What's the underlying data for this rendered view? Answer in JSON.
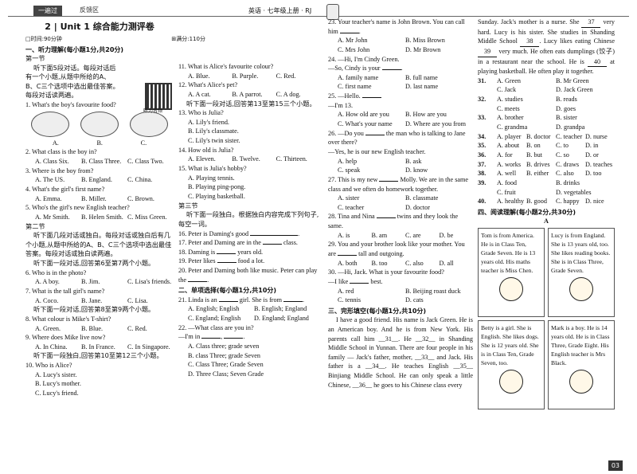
{
  "header": {
    "tag1": "一遍过",
    "tag2": "反馈区",
    "subject": "英语 · 七年级上册 · RJ",
    "page_num": "03"
  },
  "c1": {
    "title": "2 | Unit 1 综合能力测评卷",
    "time": "□时间:90分钟",
    "score": "⊞满分:110分",
    "sec1": "一、听力理解(每小题1分,共20分)",
    "part1": "第一节",
    "p1_instr": "听下面5段对话。每段对话后有一个小题,从题中所给的A、B、C三个选项中选出最佳答案。每段对话读两遍。",
    "qr_label": "听力音频",
    "q1": "1. What's the boy's favourite food?",
    "q1_labels": [
      "A.",
      "B.",
      "C."
    ],
    "q2": "2. What class is the boy in?",
    "q2o": [
      "A. Class Six.",
      "B. Class Three.",
      "C. Class Two."
    ],
    "q3": "3. Where is the boy from?",
    "q3o": [
      "A. The US.",
      "B. England.",
      "C. China."
    ],
    "q4": "4. What's the girl's first name?",
    "q4o": [
      "A. Emma.",
      "B. Miller.",
      "C. Brown."
    ],
    "q5": "5. Who's the girl's new English teacher?",
    "q5o": [
      "A. Mr Smith.",
      "B. Helen Smith.",
      "C. Miss Green."
    ],
    "part2": "第二节",
    "p2_instr": "听下面几段对话或独白。每段对话或独白后有几个小题,从题中所给的A、B、C三个选项中选出最佳答案。每段对话或独白读两遍。",
    "p2_a": "听下面一段对话,回答第6至第7两个小题。",
    "q6": "6. Who is in the photo?",
    "q6o": [
      "A. A boy.",
      "B. Jim.",
      "C. Lisa's friends."
    ],
    "q7": "7. What is the tall girl's name?",
    "q7o": [
      "A. Coco.",
      "B. Jane.",
      "C. Lisa."
    ],
    "p2_b": "听下面一段对话,回答第8至第9两个小题。",
    "q8": "8. What colour is Mike's T-shirt?",
    "q8o": [
      "A. Green.",
      "B. Blue.",
      "C. Red."
    ],
    "q9": "9. Where does Mike live now?",
    "q9o": [
      "A. In China.",
      "B. In France.",
      "C. In Singapore."
    ],
    "p2_c": "听下面一段独白,回答第10至第12三个小题。",
    "q10": "10. Who is Alice?",
    "q10o": [
      "A. Lucy's sister.",
      "B. Lucy's mother.",
      "C. Lucy's friend."
    ]
  },
  "c2": {
    "q11": "11. What is Alice's favourite colour?",
    "q11o": [
      "A. Blue.",
      "B. Purple.",
      "C. Red."
    ],
    "q12": "12. What's Alice's pet?",
    "q12o": [
      "A. A cat.",
      "B. A parrot.",
      "C. A dog."
    ],
    "p2_d": "听下面一段对话,回答第13至第15三个小题。",
    "q13": "13. Who is Julia?",
    "q13o": [
      "A. Lily's friend.",
      "B. Lily's classmate.",
      "C. Lily's twin sister."
    ],
    "q14": "14. How old is Julia?",
    "q14o": [
      "A. Eleven.",
      "B. Twelve.",
      "C. Thirteen."
    ],
    "q15": "15. What is Julia's hobby?",
    "q15o": [
      "A. Playing tennis.",
      "B. Playing ping-pong.",
      "C. Playing basketball."
    ],
    "part3": "第三节",
    "p3_instr": "听下面一段独白。根据独白内容完成下列句子,每空一词。",
    "q16": "16. Peter is Daming's good",
    "q17": "17. Peter and Daming are in the",
    "q17b": "class.",
    "q18": "18. Daming is",
    "q18b": "years old.",
    "q19": "19. Peter likes",
    "q19b": "food a lot.",
    "q20": "20. Peter and Daming both like music. Peter can play the",
    "sec2": "二、单项选择(每小题1分,共10分)",
    "q21": "21. Linda is an",
    "q21b": "girl. She is from",
    "q21o": [
      "A. English; English",
      "B. English; England",
      "C. England; English",
      "D. England; England"
    ],
    "q22": "22. —What class are you in?",
    "q22b": "—I'm in",
    "q22o": [
      "A. Class three; grade seven",
      "B. class Three; grade Seven",
      "C. Class Three; Grade Seven",
      "D. Three Class; Seven Grade"
    ]
  },
  "c3": {
    "q23": "23. Your teacher's name is John Brown. You can call him",
    "q23o": [
      "A. Mr John",
      "B. Miss Brown",
      "C. Mrs John",
      "D. Mr Brown"
    ],
    "q24": "24. —Hi, I'm Cindy Green.",
    "q24b": "—So, Cindy is your",
    "q24o": [
      "A. family name",
      "B. full name",
      "C. first name",
      "D. last name"
    ],
    "q25": "25. —Hello.",
    "q25b": "—I'm 13.",
    "q25o": [
      "A. How old are you",
      "B. How are you",
      "C. What's your name",
      "D. Where are you from"
    ],
    "q26": "26. —Do you",
    "q26b": "the man who is talking to Jane over there?",
    "q26c": "—Yes, he is our new English teacher.",
    "q26o": [
      "A. help",
      "B. ask",
      "C. speak",
      "D. know"
    ],
    "q27": "27. This is my new",
    "q27b": "Molly. We are in the same class and we often do homework together.",
    "q27o": [
      "A. sister",
      "B. classmate",
      "C. teacher",
      "D. doctor"
    ],
    "q28": "28. Tina and Nina",
    "q28b": "twins and they look the same.",
    "q28o": [
      "A. is",
      "B. am",
      "C. are",
      "D. be"
    ],
    "q29": "29. You and your brother look like your mother. You are",
    "q29b": "tall and outgoing.",
    "q29o": [
      "A. both",
      "B. too",
      "C. also",
      "D. all"
    ],
    "q30": "30. —Hi, Jack. What is your favourite food?",
    "q30b": "—I like",
    "q30c": "best.",
    "q30o": [
      "A. red",
      "B. Beijing roast duck",
      "C. tennis",
      "D. cats"
    ],
    "sec3": "三、完形填空(每小题1分,共10分)",
    "passage": "I have a good friend. His name is Jack Green. He is an American boy. And he is from New York. His parents call him __31__. He __32__ in Shanding Middle School in Yunnan. There are four people in his family — Jack's father, mother, __33__ and Jack. His father is a __34__. He teaches English __35__ Binjiang Middle School. He can only speak a little Chinese, __36__ he goes to his Chinese class every",
    "b31": "31",
    "b32": "32",
    "b33": "33",
    "b34": "34",
    "b35": "35",
    "b36": "36"
  },
  "c4": {
    "p_a": "Sunday. Jack's mother is a nurse. She",
    "b37": "37",
    "p_b": "very hard. Lucy is his sister. She studies in Shanding Middle School",
    "b38": "38",
    "p_c": ". Lucy likes eating Chinese",
    "b39": "39",
    "p_d": "very much. He often eats dumplings (饺子) in a restaurant near the school. He is",
    "b40": "40",
    "p_e": "at playing basketball. He often play it together.",
    "ans": [
      [
        "31.",
        "A. Green",
        "B. Mr Green"
      ],
      [
        "",
        "C. Jack",
        "D. Jack Green"
      ],
      [
        "32.",
        "A. studies",
        "B. reads"
      ],
      [
        "",
        "C. meets",
        "D. goes"
      ],
      [
        "33.",
        "A. brother",
        "B. sister"
      ],
      [
        "",
        "C. grandma",
        "D. grandpa"
      ]
    ],
    "ans4": [
      [
        "34.",
        "A. player",
        "B. doctor",
        "C. teacher",
        "D. nurse"
      ],
      [
        "35.",
        "A. about",
        "B. on",
        "C. to",
        "D. in"
      ],
      [
        "36.",
        "A. for",
        "B. but",
        "C. so",
        "D. or"
      ],
      [
        "37.",
        "A. works",
        "B. drives",
        "C. draws",
        "D. teaches"
      ],
      [
        "38.",
        "A. well",
        "B. either",
        "C. also",
        "D. too"
      ]
    ],
    "ans2": [
      [
        "39.",
        "A. food",
        "B. drinks"
      ],
      [
        "",
        "C. fruit",
        "D. vegetables"
      ]
    ],
    "ans40": [
      "40.",
      "A. healthy",
      "B. good",
      "C. happy",
      "D. nice"
    ],
    "sec4": "四、阅读理解(每小题2分,共30分)",
    "sub": "A",
    "cards": [
      "Tom is from America. He is in Class Ten, Grade Seven. He is 13 years old. His maths teacher is Miss Chen.",
      "Lucy is from England. She is 13 years old, too. She likes reading books. She is in Class Three, Grade Seven.",
      "Betty is a girl. She is English. She likes dogs. She is 12 years old. She is in Class Ten, Grade Seven, too.",
      "Mark is a boy. He is 14 years old. He is in Class Three, Grade Eight. His English teacher is Mrs Black."
    ]
  }
}
